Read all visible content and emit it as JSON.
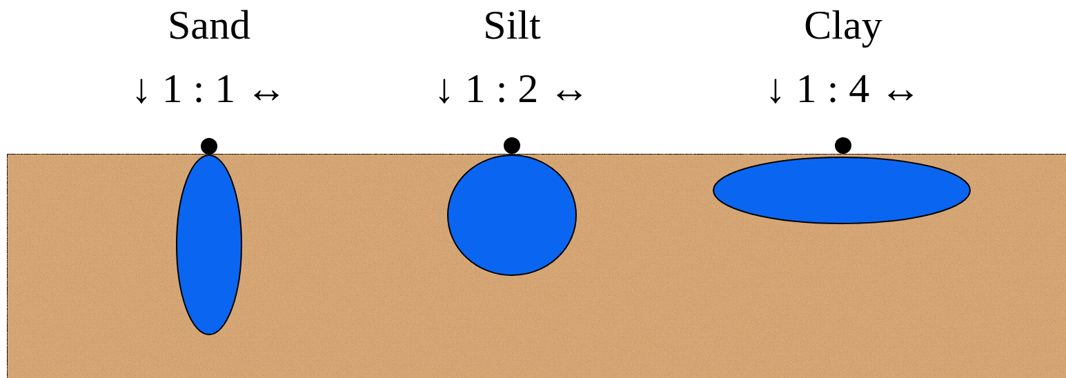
{
  "diagram": {
    "labels": [
      "Sand",
      "↓ 1 : 1 ↔",
      "Silt",
      "↓ 1 : 2 ↔",
      "Clay",
      "↓ 1 : 4 ↔"
    ]
  }
}
